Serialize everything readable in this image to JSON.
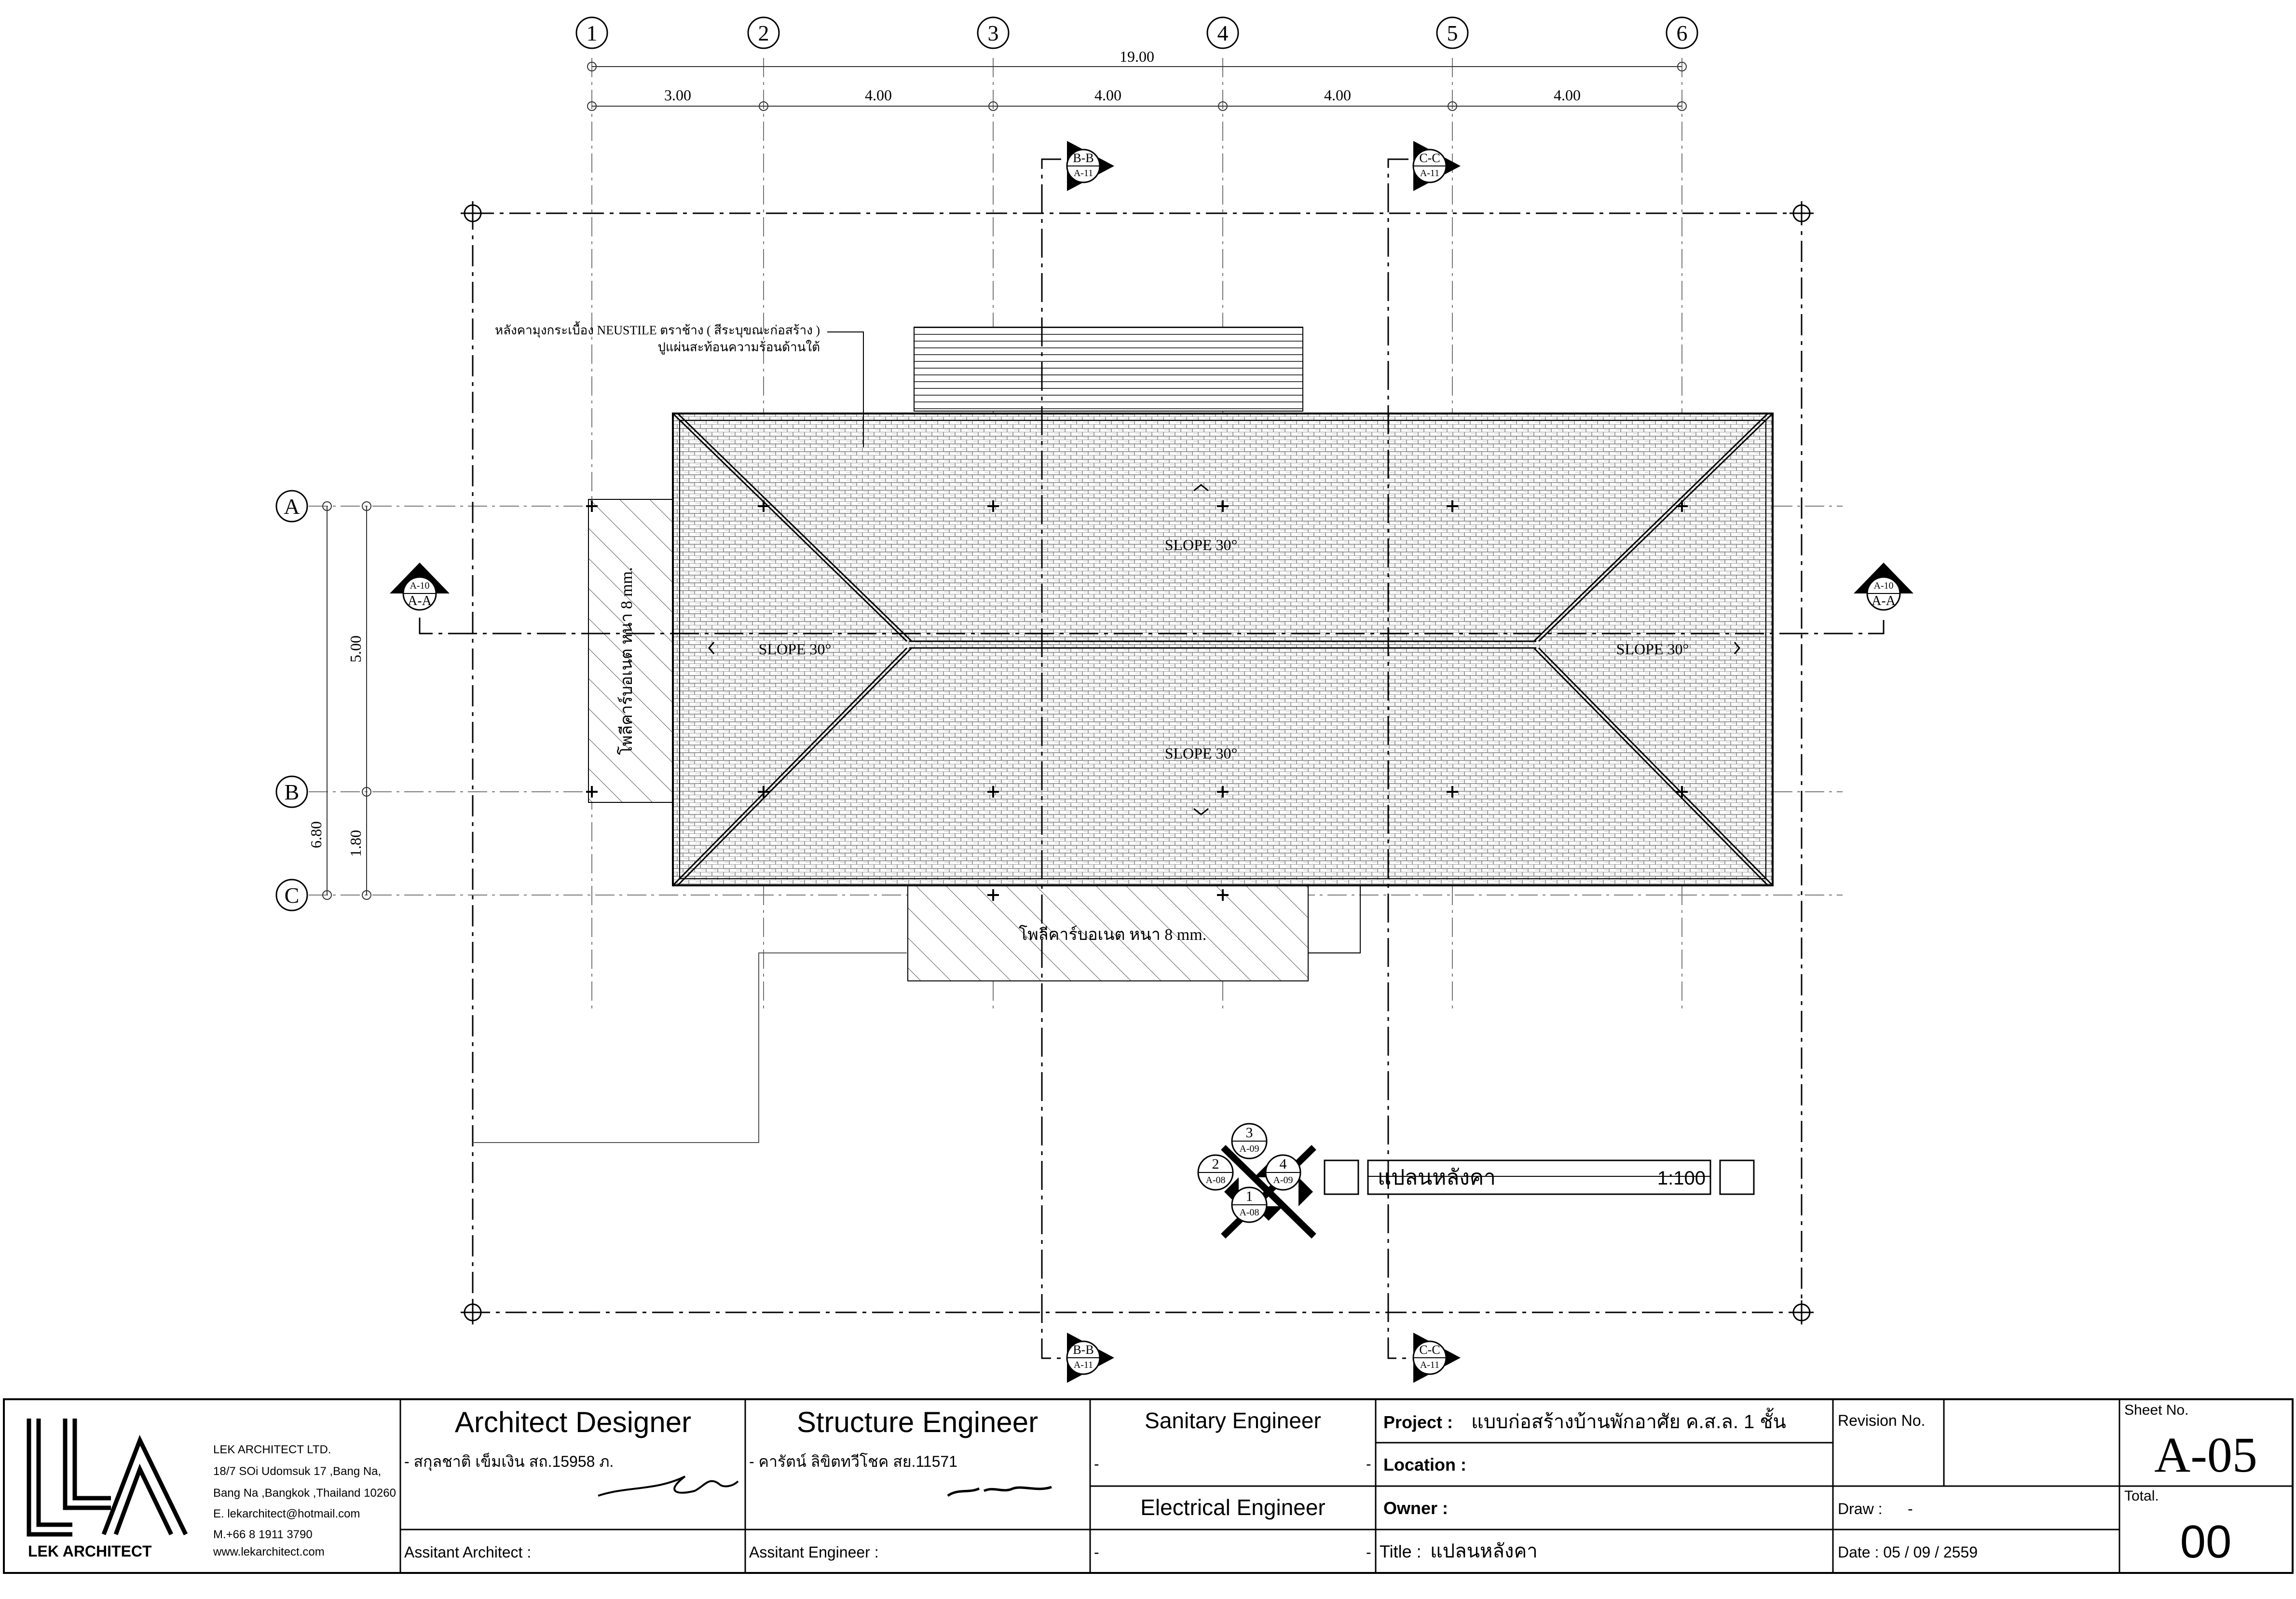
{
  "grid": {
    "columns": [
      "1",
      "2",
      "3",
      "4",
      "5",
      "6"
    ],
    "rows": [
      "A",
      "B",
      "C"
    ],
    "total_width": "19.00",
    "bay_widths": [
      "3.00",
      "4.00",
      "4.00",
      "4.00",
      "4.00"
    ],
    "row_dims": [
      "5.00",
      "1.80"
    ],
    "row_total": "6.80"
  },
  "section_markers": {
    "bb": {
      "label": "B-B",
      "ref": "A-11"
    },
    "cc": {
      "label": "C-C",
      "ref": "A-11"
    },
    "aa": {
      "label": "A-A",
      "ref": "A-10"
    }
  },
  "annotations": {
    "roof_note_line1": "หลังคามุงกระเบื้อง NEUSTILE ตราช้าง ( สีระบุขณะก่อสร้าง )",
    "roof_note_line2": "ปูแผ่นสะท้อนความร้อนด้านใต้",
    "slope": "SLOPE 30°",
    "polycarbonate": "โพลีคาร์บอเนต หนา 8 mm."
  },
  "elevation_key": [
    {
      "num": "3",
      "ref": "A-09"
    },
    {
      "num": "2",
      "ref": "A-08"
    },
    {
      "num": "4",
      "ref": "A-09"
    },
    {
      "num": "1",
      "ref": "A-08"
    }
  ],
  "drawing_title": {
    "name": "แปลนหลังคา",
    "scale": "1:100"
  },
  "title_block": {
    "company": {
      "logo_text": "LEK ARCHITECT",
      "name": "LEK ARCHITECT LTD.",
      "addr1": "18/7 SOi  Udomsuk 17 ,Bang Na,",
      "addr2": "Bang Na ,Bangkok ,Thailand 10260",
      "email": "E. lekarchitect@hotmail.com",
      "phone": "M.+66 8 1911 3790",
      "web": "www.lekarchitect.com"
    },
    "architect": {
      "heading": "Architect Designer",
      "name": "- สกุลชาติ  เข็มเงิน  สถ.15958 ภ.",
      "assistant": "Assitant Architect :"
    },
    "structure": {
      "heading": "Structure Engineer",
      "name": "- คารัตน์ ลิขิตทวีโชค สย.11571",
      "assistant": "Assitant Engineer :"
    },
    "sanitary": {
      "heading": "Sanitary Engineer",
      "dash": "-",
      "dash2": "-"
    },
    "electrical": {
      "heading": "Electrical Engineer",
      "dash": "-",
      "dash2": "-"
    },
    "project_label": "Project :",
    "project": "แบบก่อสร้างบ้านพักอาศัย ค.ส.ล. 1 ชั้น",
    "location_label": "Location :",
    "owner_label": "Owner :",
    "title_label": "Title :",
    "title": "แปลนหลังคา",
    "revision_label": "Revision No.",
    "draw_label": "Draw :",
    "draw_value": "-",
    "date": "Date : 05 / 09 / 2559",
    "sheet_label": "Sheet No.",
    "sheet": "A-05",
    "total_label": "Total.",
    "total": "00"
  },
  "colors": {
    "ink": "#000000",
    "paper": "#ffffff"
  }
}
